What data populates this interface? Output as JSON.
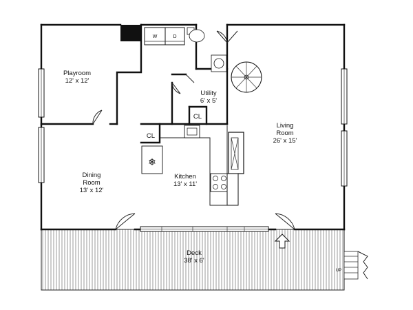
{
  "rooms": {
    "playroom": {
      "name": "Playroom",
      "size": "12' x 12'"
    },
    "utility": {
      "name": "Utility",
      "size": "6' x 5'"
    },
    "living": {
      "name_1": "Living",
      "name_2": "Room",
      "size": "26' x 15'"
    },
    "dining": {
      "name_1": "Dining",
      "name_2": "Room",
      "size": "13' x 12'"
    },
    "kitchen": {
      "name": "Kitchen",
      "size": "13' x 11'"
    },
    "deck": {
      "name": "Deck",
      "size": "38' x 6'"
    }
  },
  "labels": {
    "closet_utility": "CL",
    "closet_kitchen": "CL",
    "washer": "W",
    "dryer": "D",
    "stairs_up": "UP"
  },
  "colors": {
    "ink": "#111111",
    "background": "#ffffff"
  }
}
